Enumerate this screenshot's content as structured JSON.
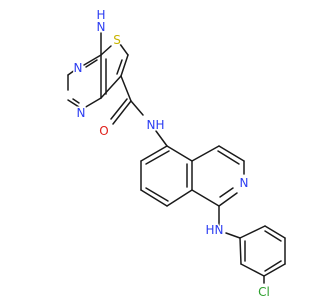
{
  "atom_colors": {
    "N": "#2c3df2",
    "S": "#c8b400",
    "O": "#e0201b",
    "Cl": "#2da02d",
    "bond": "#1a1a1a"
  },
  "labels": {
    "nh2_n": "N",
    "nh2_h": "H",
    "pyrimidine_n_top": "N",
    "pyrimidine_n_bottom": "N",
    "thiophene_s": "S",
    "carbonyl_o": "O",
    "amide_n": "N",
    "amide_h": "H",
    "isoquinoline_n": "N",
    "aniline_n": "N",
    "aniline_h": "H",
    "chlorine": "Cl"
  }
}
